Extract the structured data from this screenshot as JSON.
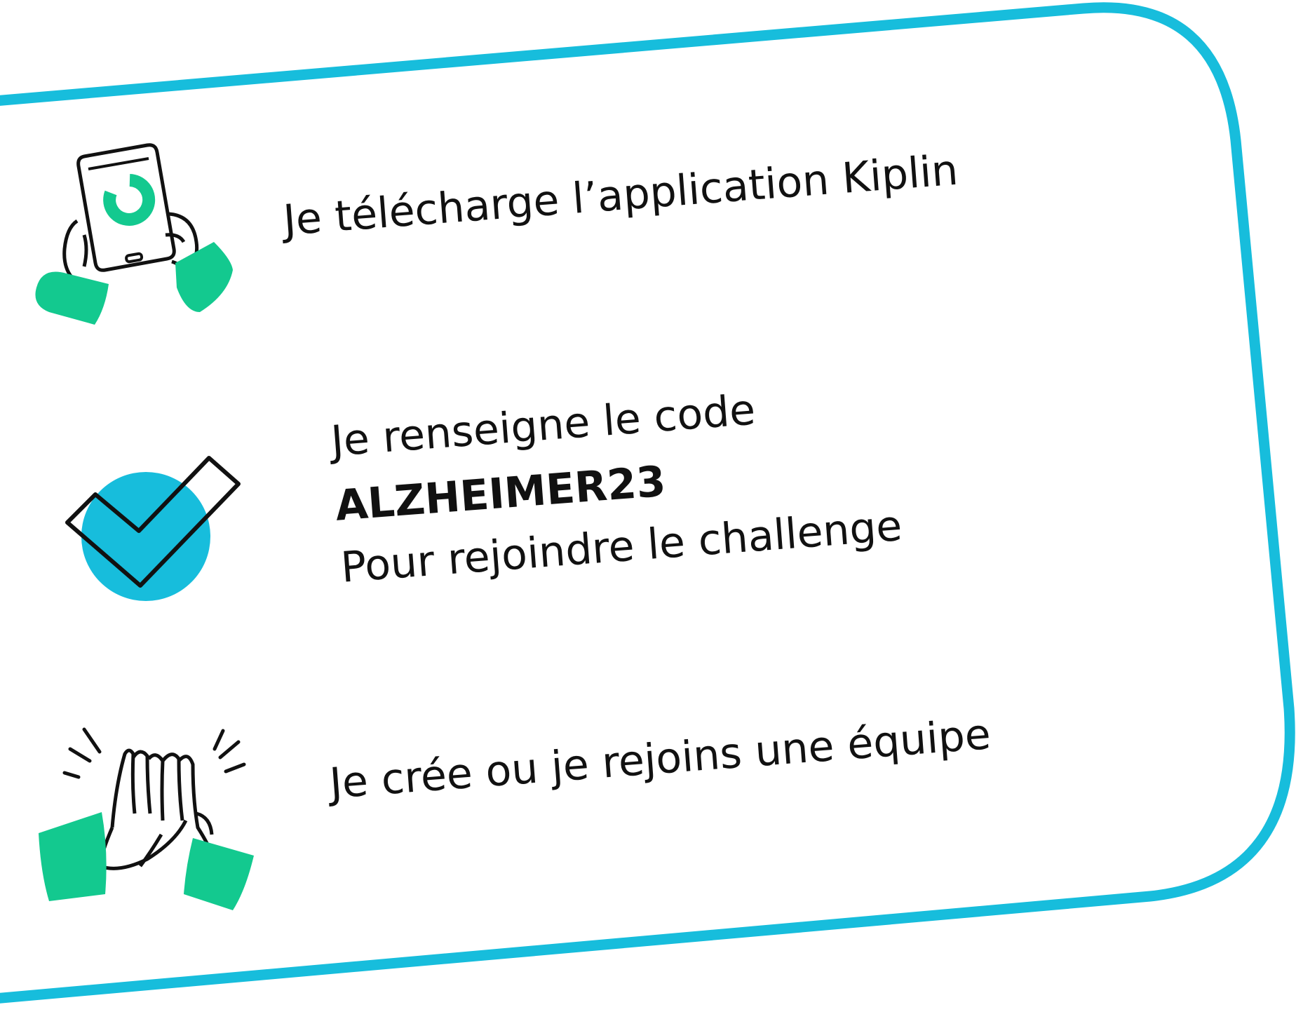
{
  "theme": {
    "frame_color": "#17BDDC",
    "accent_green": "#13C98F",
    "accent_blue": "#17BDDC",
    "ink": "#111111"
  },
  "steps": [
    {
      "icon": "phone-in-hands-icon",
      "lines": [
        "Je télécharge l’application Kiplin"
      ]
    },
    {
      "icon": "check-badge-icon",
      "lines": [
        "Je renseigne le code",
        "ALZHEIMER23",
        "Pour rejoindre le challenge"
      ]
    },
    {
      "icon": "high-five-icon",
      "lines": [
        "Je crée ou je rejoins une équipe"
      ]
    }
  ]
}
